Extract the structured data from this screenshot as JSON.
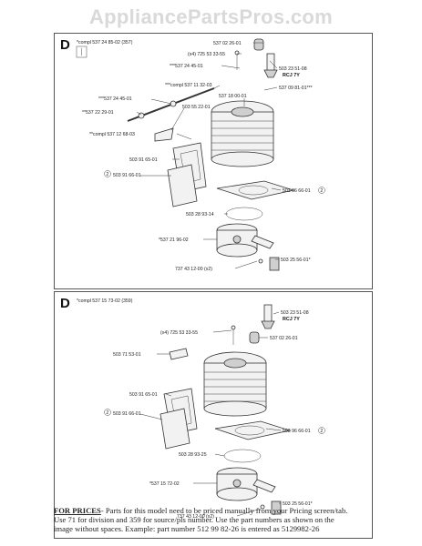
{
  "watermark": "AppliancePartsPros.com",
  "panels": [
    {
      "letter": "D",
      "title": "*compl 537 24 85-02 (357)",
      "labels": {
        "p1": "537 02 26-01",
        "p2": "(x4) 725 53 33-55",
        "p3": "***537 24 45-01",
        "p4": "503 23 51-08",
        "p4b": "RCJ 7Y",
        "p5": "***compl 537 11 32-03",
        "p6": "537 09 81-01***",
        "p7": "537 18 00-01",
        "p8": "***537 24 45-01",
        "p9": "**537 22 29-01",
        "p10": "503 55 22-01",
        "p11": "**compl 537 12 68-03",
        "p12": "503 91 65-01",
        "p13": "503 91 66-01",
        "p14": "503 96 66-01",
        "p15": "503 28 93-14",
        "p16": "*537 21 96-02",
        "p17": "503 25 56-01*",
        "p18": "737 43 12-00 (x2)",
        "c2": "2"
      }
    },
    {
      "letter": "D",
      "title": "*compl 537 15 73-02 (359)",
      "labels": {
        "p1": "503 23 51-08",
        "p1b": "RCJ 7Y",
        "p2": "(x4) 725 53 33-55",
        "p3": "537 02 26-01",
        "p4": "503 71 53-01",
        "p5": "503 91 65-01",
        "p6": "503 91 66-01",
        "p7": "503 96 66-01",
        "p8": "503 28 93-25",
        "p9": "*537 15 72-02",
        "p10": "503 25 56-01*",
        "p11": "737 43 12-00 (x2)",
        "c2": "2"
      }
    }
  ],
  "footer": {
    "bold": "FOR PRICES",
    "line1": "- Parts for this model need to be priced manually from your Pricing screen/tab.",
    "line2": "Use 71 for division and 359 for source/pls number.  Use the part numbers as shown on the",
    "line3": "image without spaces.  Example: part number 512 99 82-26 is entered as 5129982-26"
  }
}
